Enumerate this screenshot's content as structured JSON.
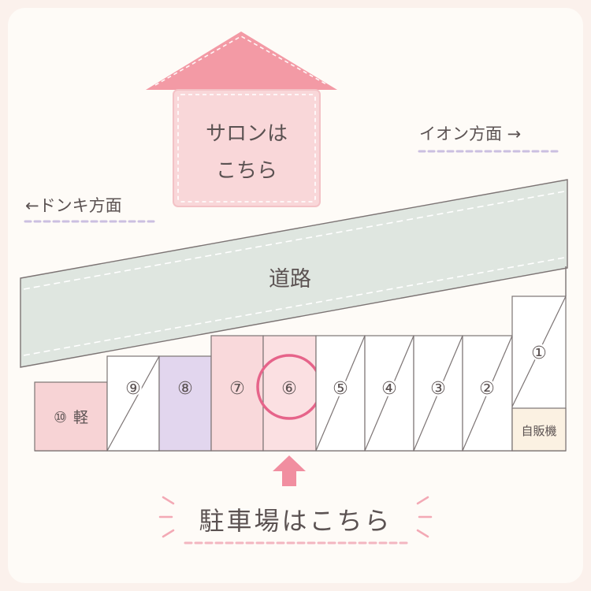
{
  "salon": {
    "line1": "サロンは",
    "line2": "こちら"
  },
  "directions": {
    "left": "←ドンキ方面",
    "right": "イオン方面 →"
  },
  "road": {
    "label": "道路"
  },
  "parking": {
    "label": "駐車場はこちら",
    "spots": [
      {
        "number": "⑩",
        "note": "軽"
      },
      {
        "number": "⑨"
      },
      {
        "number": "⑧"
      },
      {
        "number": "⑦"
      },
      {
        "number": "⑥"
      },
      {
        "number": "⑤"
      },
      {
        "number": "④"
      },
      {
        "number": "③"
      },
      {
        "number": "②"
      },
      {
        "number": "①"
      }
    ],
    "vending_label": "自販機"
  },
  "colors": {
    "pink": "#f7d3d5",
    "pink_strong": "#f09aa5",
    "purple": "#e2d6ee",
    "road": "#dfe6e0",
    "highlight_circle": "#e6648a",
    "arrow": "#f18ea0"
  }
}
